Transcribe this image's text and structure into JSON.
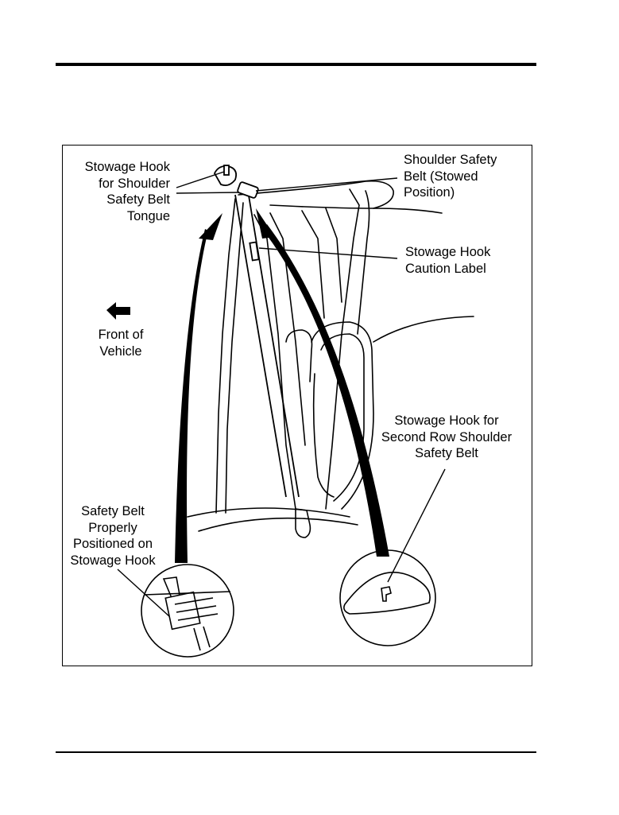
{
  "figure": {
    "labels": {
      "stowage_hook_tongue": "Stowage Hook\nfor Shoulder\nSafety Belt\nTongue",
      "shoulder_belt_stowed": "Shoulder Safety\nBelt (Stowed\nPosition)",
      "caution_label": "Stowage Hook\nCaution Label",
      "front_of_vehicle": "Front of\nVehicle",
      "second_row_hook": "Stowage Hook for\nSecond Row Shoulder\nSafety Belt",
      "properly_positioned": "Safety Belt\nProperly\nPositioned on\nStowage Hook"
    },
    "icons": {
      "direction": "arrow-left-icon"
    }
  }
}
